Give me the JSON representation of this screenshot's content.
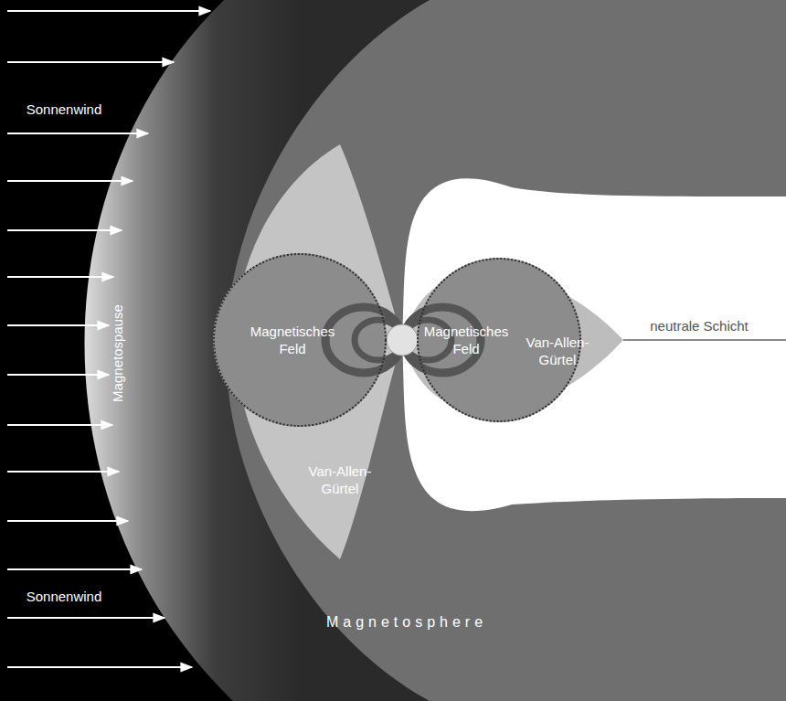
{
  "diagram": {
    "nodes": [
      {
        "text": [
          "Magnetisches Feld"
        ]
      },
      {
        "text": [
          "Magnetisches Feld"
        ]
      }
    ],
    "labels": [
      "Sonnenwind",
      "Magnetospause",
      "Van-Allen-Gürtel",
      "neutrale Schicht",
      "Van-Allen-Gürtel",
      "Sonnenwind",
      "Magnetosphere"
    ]
  }
}
